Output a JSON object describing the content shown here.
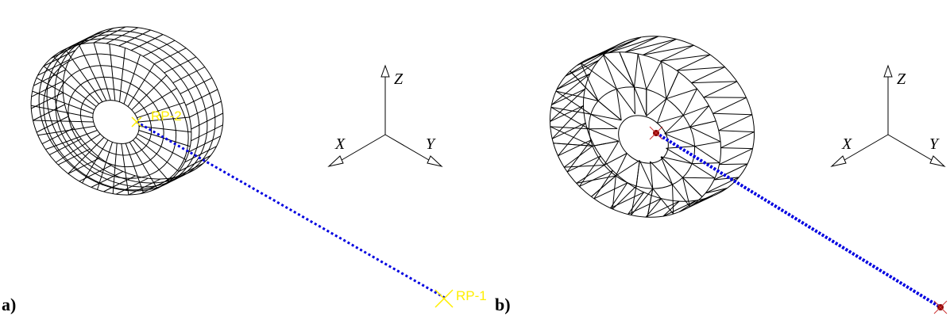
{
  "panels": [
    {
      "label": "a)",
      "mesh": "hexahedral",
      "reference_points": [
        "RP-2",
        "RP-1"
      ]
    },
    {
      "label": "b)",
      "mesh": "tetrahedral",
      "reference_points": []
    }
  ],
  "axes": {
    "x": "X",
    "y": "Y",
    "z": "Z"
  },
  "colors": {
    "connector": "#0000e0",
    "rp_label": "#ffee00",
    "mesh": "#000000",
    "node_marker": "#8b0000"
  }
}
